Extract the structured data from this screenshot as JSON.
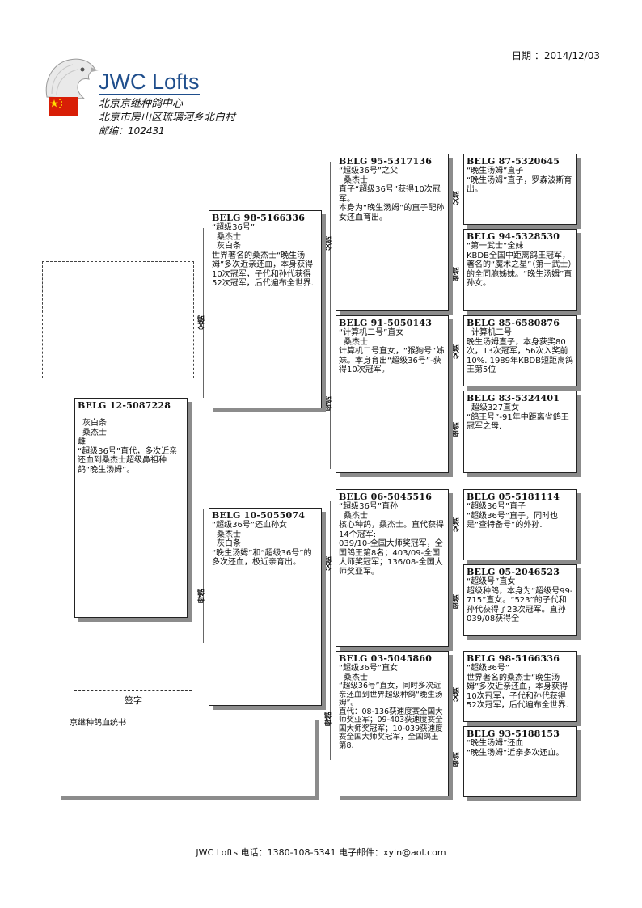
{
  "header": {
    "date_label": "日期 ：2014/12/03",
    "brand": "JWC Lofts",
    "center_name": "北京京继种鸽中心",
    "address": "北京市房山区琉璃河乡北白村",
    "postcode": "邮编：102431",
    "flag_icon": "china-flag-icon",
    "mascot_icon": "pigeon-head-icon"
  },
  "labels": {
    "father": "父鸽",
    "mother": "母鸽",
    "signature": "签字",
    "certificate": "京继种鸽血统书"
  },
  "subject": {
    "id": "BELG  12-5087228",
    "lines": [
      "",
      "灰白条",
      "桑杰士",
      "雌",
      "“超级36号”直代，多次近亲还血到桑杰士超级鼻祖种鸽“晚生汤姆”。"
    ]
  },
  "sire": {
    "id": "BELG  98-5166336",
    "lines": [
      "“超级36号”",
      "桑杰士",
      "灰白条",
      "世界著名的桑杰士“晚生汤姆”多次近亲还血，本身获得10次冠军，子代和孙代获得52次冠军，后代遍布全世界."
    ]
  },
  "dam": {
    "id": "BELG  10-5055074",
    "lines": [
      "“超级36号”还血孙女",
      "桑杰士",
      "灰白条",
      "“晚生汤姆”和“超级36号”的多次还血，极近亲育出。"
    ]
  },
  "g3": [
    {
      "id": "BELG  95-5317136",
      "lines": [
        "“超级36号”之父",
        "桑杰士",
        "直子“超级36号”获得10次冠军。",
        "本身为“晚生汤姆”的直子配孙女还血育出。"
      ]
    },
    {
      "id": "BELG 91-5050143",
      "lines": [
        "“计算机二号”直女",
        "桑杰士",
        "计算机二号直女，“猴狗号”姊妹。本身育出“超级36号”-获得10次冠军。"
      ]
    },
    {
      "id": "BELG 06-5045516",
      "lines": [
        "“超级36号”直孙",
        "桑杰士",
        "核心种鸽，桑杰士。直代获得14个冠军:",
        "039/10-全国大师奖冠军，全国鸽王第8名；403/09-全国大师奖冠军；136/08-全国大师奖亚军。"
      ]
    },
    {
      "id": "BELG  03-5045860",
      "lines": [
        "“超级36号”直女",
        "桑杰士",
        "“超级36号”直女，同时多次近亲还血到世界超级种鸽“晚生汤姆”。",
        "直代：08-136获速度赛全国大师奖亚军；09-403获速度赛全国大师奖冠军；10-039获速度赛全国大师奖冠军，全国鸽王第8."
      ]
    }
  ],
  "g4": [
    {
      "id": "BELG 87-5320645",
      "lines": [
        "“晚生汤姆”直子",
        "“晚生汤姆”直子，罗森波斯育出。"
      ]
    },
    {
      "id": "BELG 94-5328530",
      "lines": [
        "“第一武士”全妹",
        "KBDB全国中距离鸽王冠军，著名的“魔术之星”（第一武士）的全同胞姊妹。“晚生汤姆”直孙女。"
      ]
    },
    {
      "id": "BELG 85-6580876",
      "lines": [
        "计算机二号",
        "晚生汤姆直子，本身获奖80次，13次冠军，56次入奖前10%. 1989年KBDB短距离鸽王第5位"
      ]
    },
    {
      "id": "BELG 83-5324401",
      "lines": [
        "超级327直女",
        "“鸽王号”-91年中距离省鸽王冠军之母."
      ]
    },
    {
      "id": "BELG 05-5181114",
      "lines": [
        "“超级36号”直子",
        "“超级36号”直子，同时也是“查特备号”的外孙."
      ]
    },
    {
      "id": "BELG 05-2046523",
      "lines": [
        "“超级号”直女",
        "超级种鸽，本身为“超级号99-715”直女。“523”的子代和孙代获得了23次冠军。直孙039/08获得全"
      ]
    },
    {
      "id": "BELG  98-5166336",
      "lines": [
        "“超级36号”",
        "世界著名的桑杰士“晚生汤姆”多次近亲还血，本身获得10次冠军，子代和孙代获得52次冠军，后代遍布全世界."
      ]
    },
    {
      "id": "BELG  93-5188153",
      "lines": [
        "“晚生汤姆”还血",
        "“晚生汤姆”近亲多次还血。"
      ]
    }
  ],
  "footer": {
    "text": "JWC Lofts 电话：1380-108-5341  电子邮件：xyin@aol.com"
  }
}
